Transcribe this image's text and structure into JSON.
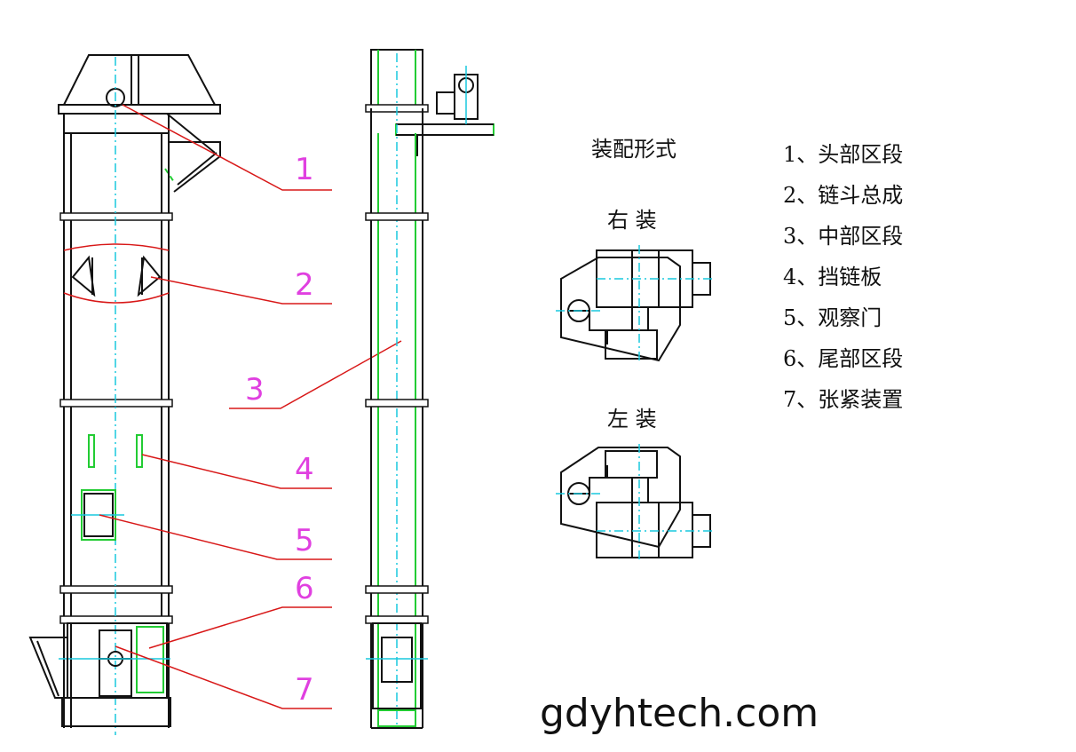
{
  "callouts": [
    "1",
    "2",
    "3",
    "4",
    "5",
    "6",
    "7"
  ],
  "assembly_title": "装配形式",
  "right_mount_label": "右 装",
  "left_mount_label": "左 装",
  "legend": [
    "1、头部区段",
    "2、链斗总成",
    "3、中部区段",
    "4、挡链板",
    "5、观察门",
    "6、尾部区段",
    "7、张紧装置"
  ],
  "website": "gdyhtech.com",
  "colors": {
    "outline": "#111111",
    "centerline": "#19c8dd",
    "hidden": "#22cc33",
    "leader": "#d81818",
    "callout_number": "#e040e0"
  }
}
